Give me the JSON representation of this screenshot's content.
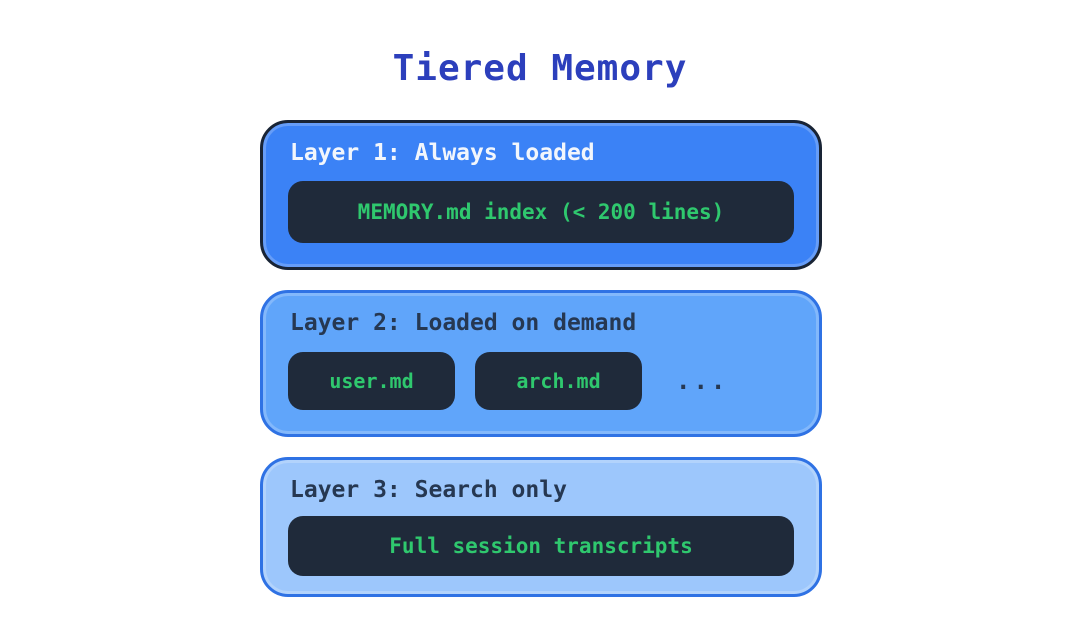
{
  "title": "Tiered Memory",
  "colors": {
    "title": "#2c3fbc",
    "layer1_bg": "#3b82f6",
    "layer1_border": "#192435",
    "layer2_bg": "#60a5fa",
    "layer3_bg": "#9dc7fc",
    "blue_border": "#2f72e4",
    "dark_box": "#1f2a3a",
    "green_text": "#2fc86e",
    "navy_text": "#263852",
    "light_text": "#f2f6fc"
  },
  "layers": [
    {
      "label": "Layer 1: Always loaded",
      "content": "MEMORY.md index (< 200 lines)"
    },
    {
      "label": "Layer 2: Loaded on demand",
      "chips": [
        "user.md",
        "arch.md"
      ],
      "ellipsis": "..."
    },
    {
      "label": "Layer 3: Search only",
      "content": "Full session transcripts"
    }
  ]
}
